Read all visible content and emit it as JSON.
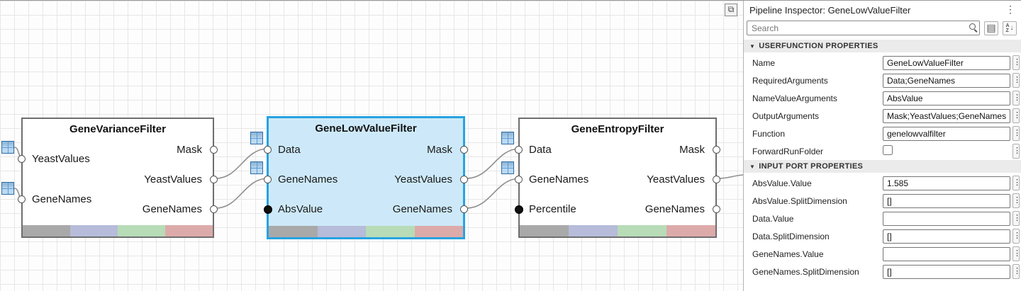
{
  "canvas": {
    "nodes": [
      {
        "title": "GeneVarianceFilter",
        "inputs": [
          "YeastValues",
          "GeneNames"
        ],
        "outputs": [
          "Mask",
          "YeastValues",
          "GeneNames"
        ]
      },
      {
        "title": "GeneLowValueFilter",
        "inputs": [
          "Data",
          "GeneNames",
          "AbsValue"
        ],
        "outputs": [
          "Mask",
          "YeastValues",
          "GeneNames"
        ]
      },
      {
        "title": "GeneEntropyFilter",
        "inputs": [
          "Data",
          "GeneNames",
          "Percentile"
        ],
        "outputs": [
          "Mask",
          "YeastValues",
          "GeneNames"
        ]
      }
    ]
  },
  "inspector": {
    "title": "Pipeline Inspector: GeneLowValueFilter",
    "search": {
      "placeholder": "Search"
    },
    "sections": [
      {
        "title": "USERFUNCTION PROPERTIES",
        "rows": [
          {
            "label": "Name",
            "value": "GeneLowValueFilter"
          },
          {
            "label": "RequiredArguments",
            "value": "Data;GeneNames"
          },
          {
            "label": "NameValueArguments",
            "value": "AbsValue"
          },
          {
            "label": "OutputArguments",
            "value": "Mask;YeastValues;GeneNames"
          },
          {
            "label": "Function",
            "value": "genelowvalfilter"
          },
          {
            "label": "ForwardRunFolder",
            "value": ""
          }
        ]
      },
      {
        "title": "INPUT PORT PROPERTIES",
        "rows": [
          {
            "label": "AbsValue.Value",
            "value": "1.585"
          },
          {
            "label": "AbsValue.SplitDimension",
            "value": "[]"
          },
          {
            "label": "Data.Value",
            "value": ""
          },
          {
            "label": "Data.SplitDimension",
            "value": "[]"
          },
          {
            "label": "GeneNames.Value",
            "value": ""
          },
          {
            "label": "GeneNames.SplitDimension",
            "value": "[]"
          }
        ]
      }
    ]
  }
}
